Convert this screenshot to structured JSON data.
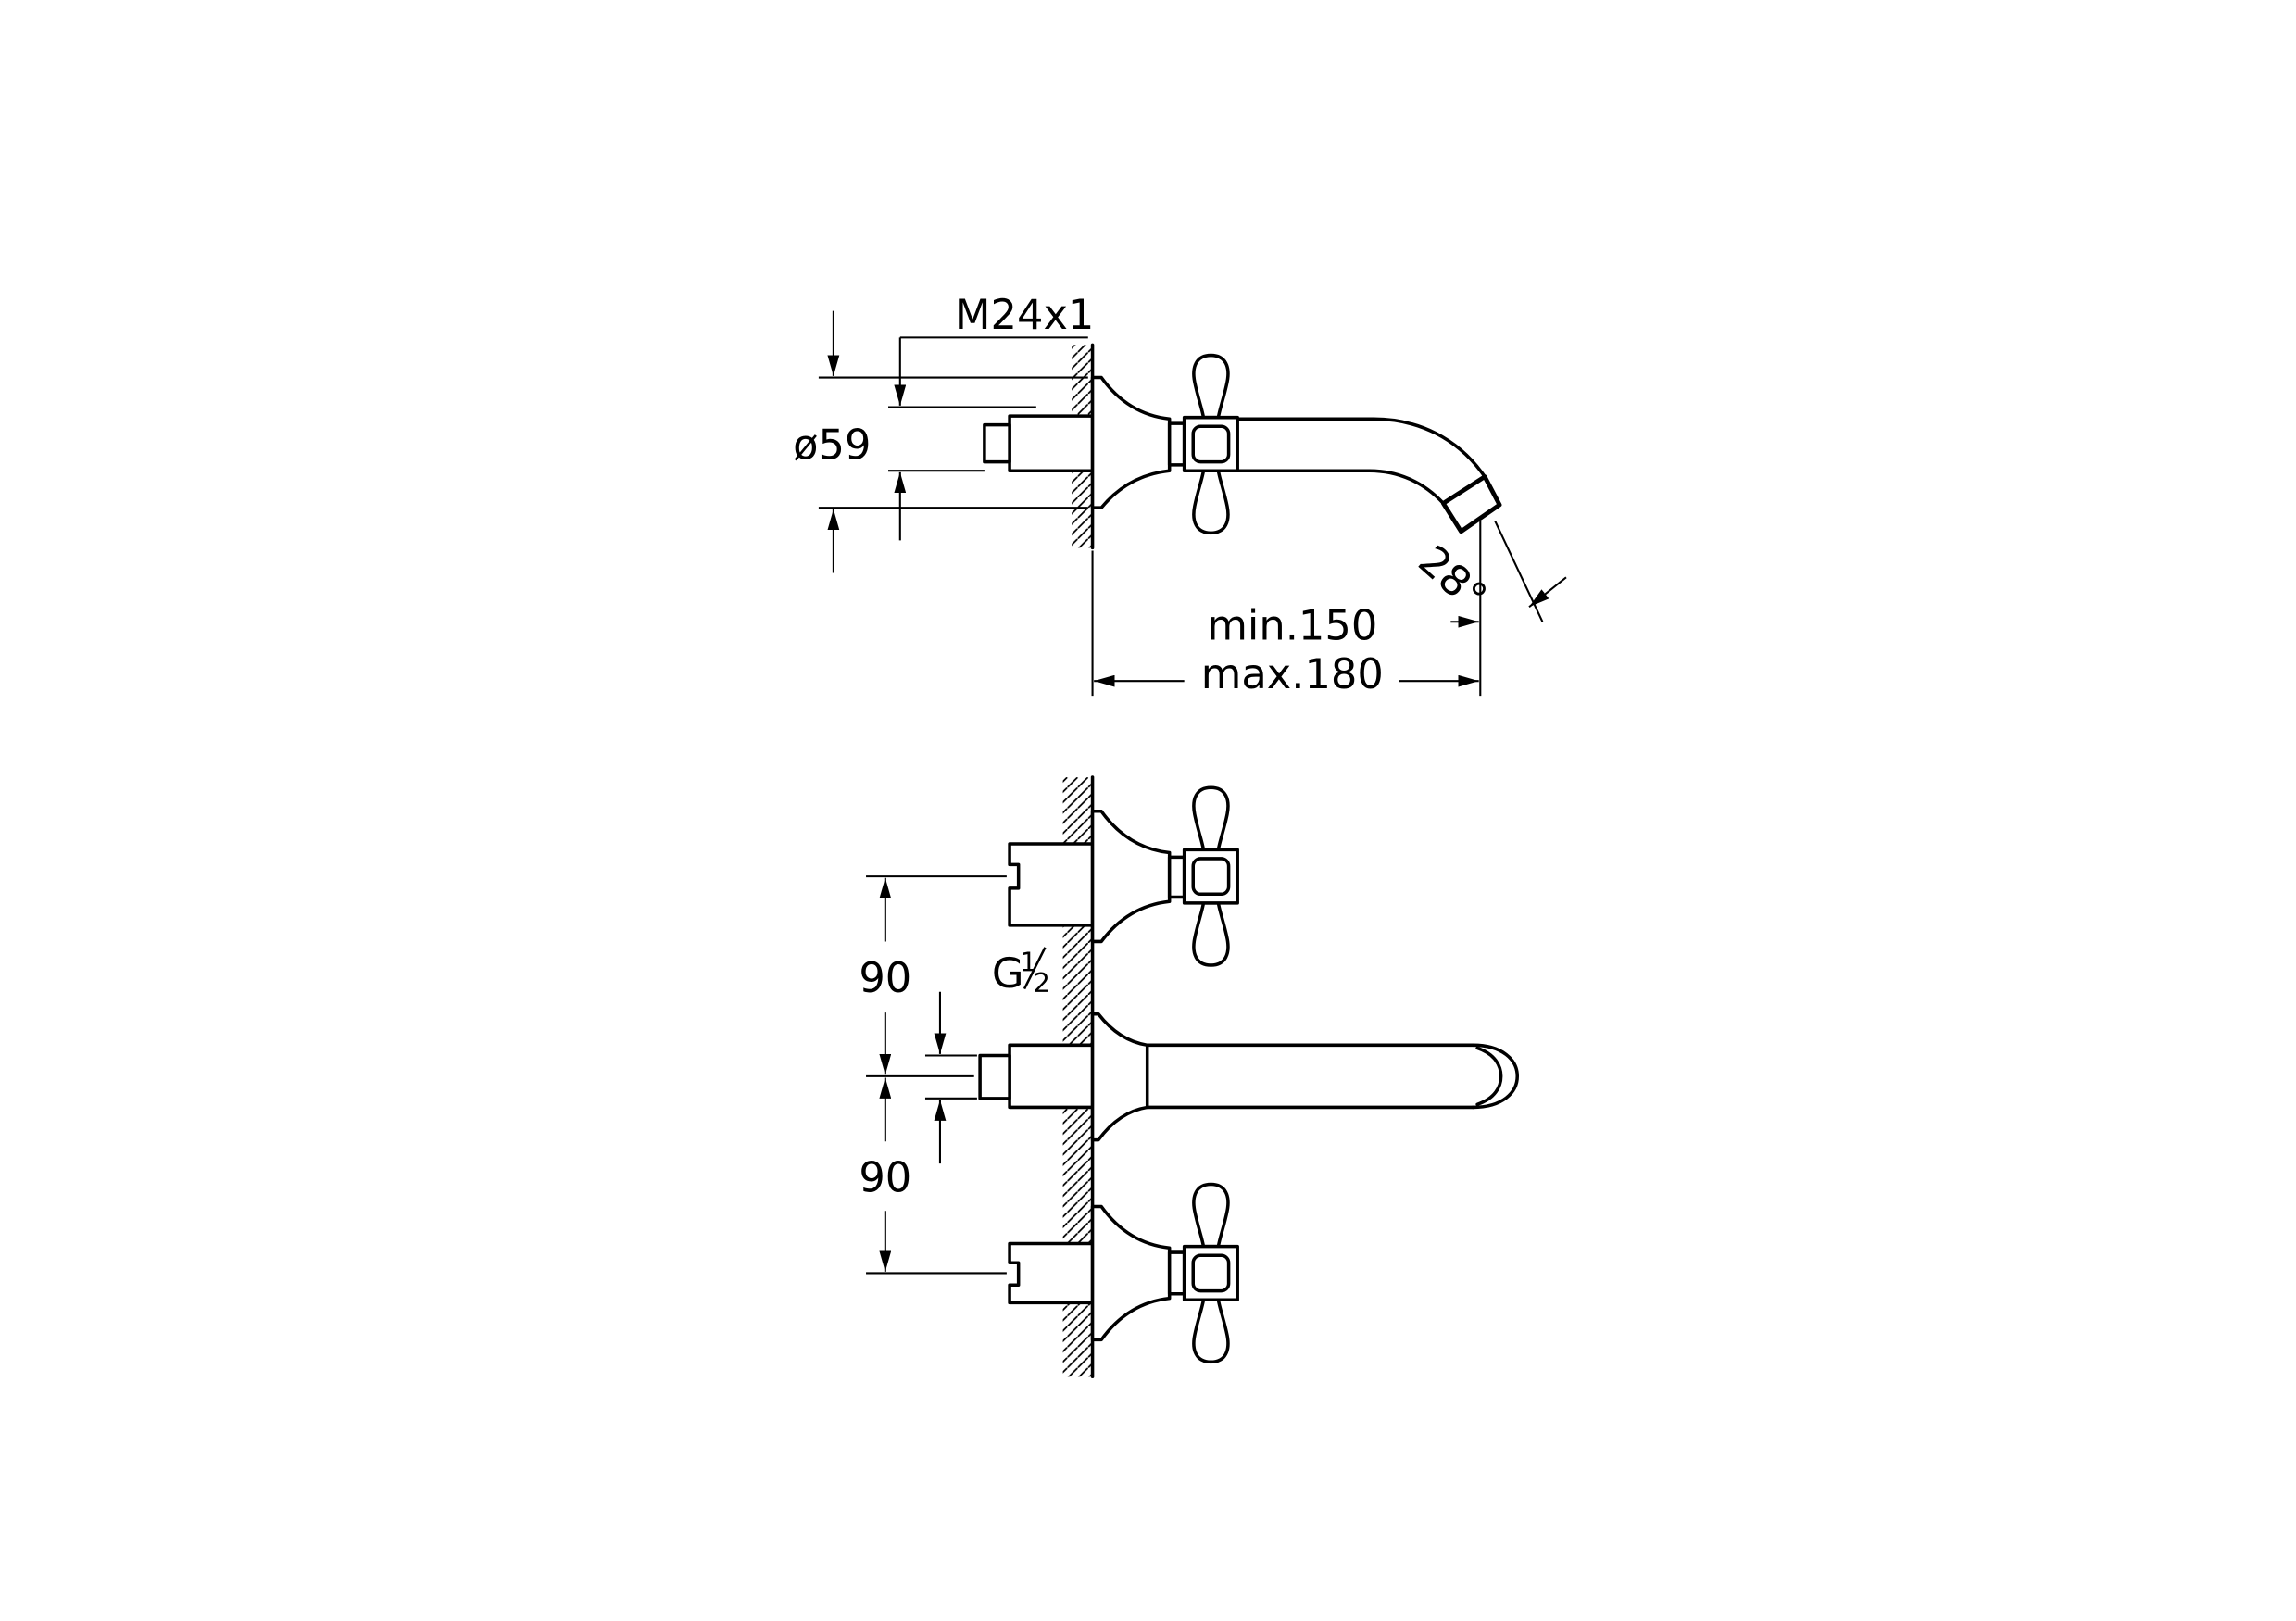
{
  "colors": {
    "line": "#000000",
    "background": "#ffffff"
  },
  "side_view": {
    "thread_label": "M24x1",
    "flange_diameter_label": "ø59",
    "spout_angle_label": "28°",
    "projection_min_label": "min.150",
    "projection_max_label": "max.180"
  },
  "front_view": {
    "upper_spacing_label": "90",
    "lower_spacing_label": "90",
    "inlet_thread": {
      "prefix": "G",
      "numerator": "1",
      "denominator": "2"
    }
  }
}
